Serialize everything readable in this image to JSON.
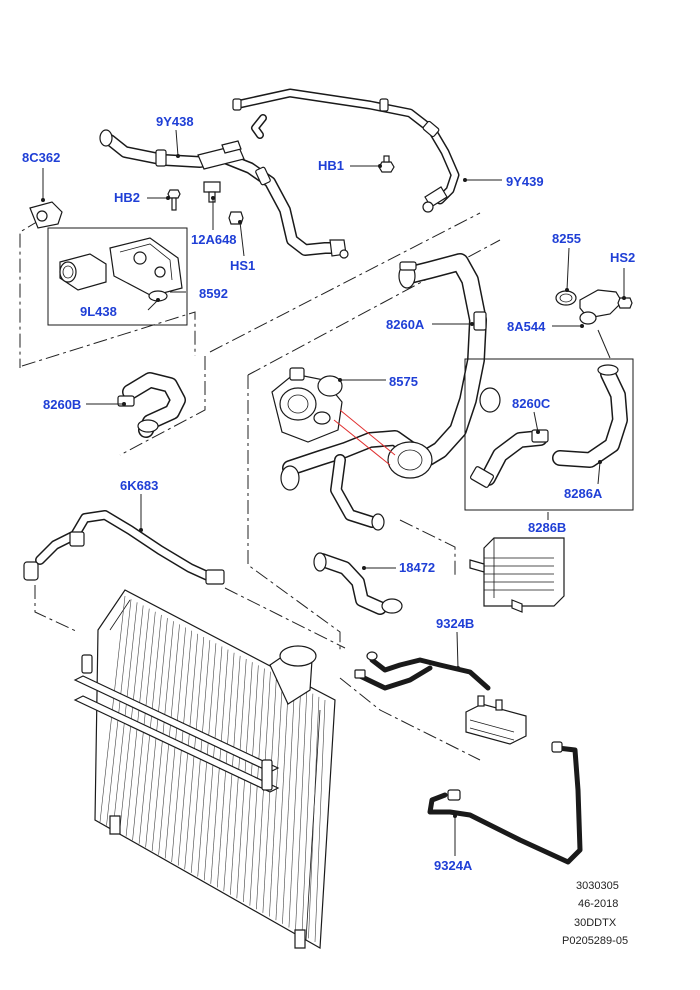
{
  "callouts": {
    "9y438": "9Y438",
    "8c362": "8C362",
    "hb2": "HB2",
    "12a648": "12A648",
    "hs1": "HS1",
    "hb1": "HB1",
    "9y439": "9Y439",
    "8592": "8592",
    "9l438": "9L438",
    "8255": "8255",
    "hs2": "HS2",
    "8260a": "8260A",
    "8a544": "8A544",
    "8575": "8575",
    "8260b": "8260B",
    "8260c": "8260C",
    "8286a": "8286A",
    "8286b": "8286B",
    "6k683": "6K683",
    "18472": "18472",
    "9324b": "9324B",
    "9324a": "9324A"
  },
  "footer": {
    "line1": "3030305",
    "line2": "46-2018",
    "line3": "30DDTX",
    "line4": "P0205289-05"
  },
  "colors": {
    "callout": "#1f3fd6",
    "linework": "#1a1a1a",
    "highlight": "#e03030"
  }
}
